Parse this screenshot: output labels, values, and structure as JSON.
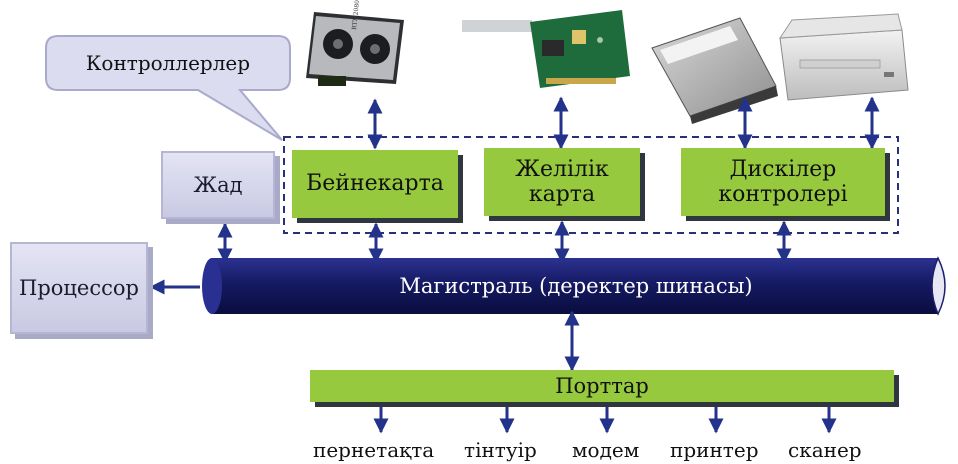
{
  "callout": {
    "label": "Контроллерлер"
  },
  "memory": {
    "label": "Жад"
  },
  "processor": {
    "label": "Процессор"
  },
  "controllers": [
    {
      "label": "Бейнекарта",
      "device_icon": "graphics-card-icon"
    },
    {
      "label": "Желілік\nкарта",
      "device_icon": "network-card-icon"
    },
    {
      "label": "Дискілер\nконтролері",
      "device_icon": "hard-disk-and-optical-drive-icon"
    }
  ],
  "bus": {
    "label": "Магистраль (деректер шинасы)"
  },
  "ports": {
    "label": "Порттар"
  },
  "peripherals": [
    "пернетақта",
    "тінтуір",
    "модем",
    "принтер",
    "сканер"
  ],
  "gpu_marking": "RTX 2080",
  "colors": {
    "bus": "#1a1f6e",
    "controller_fill": "#96c93d",
    "arrows": "#23328a",
    "callout_fill": "#dcdcf0",
    "dashed_border": "#2a2f7a"
  }
}
